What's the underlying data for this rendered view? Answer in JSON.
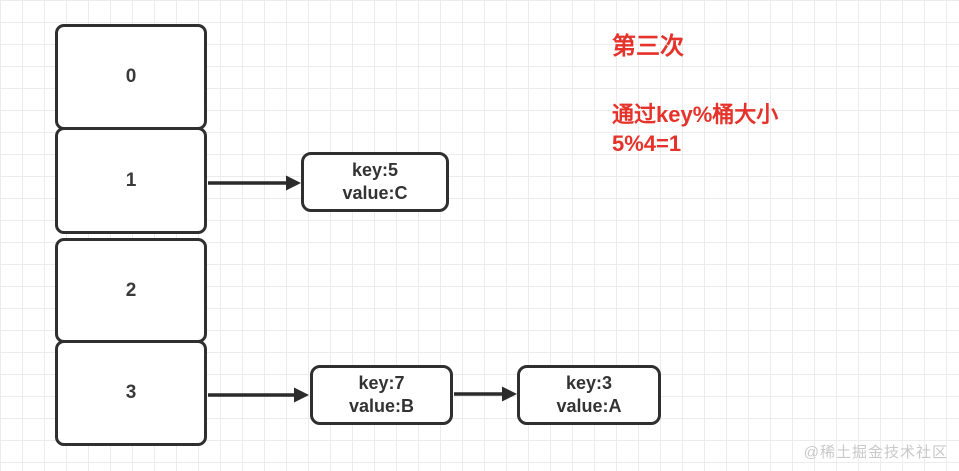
{
  "diagram": {
    "type": "hash-table-buckets",
    "buckets": [
      {
        "label": "0"
      },
      {
        "label": "1"
      },
      {
        "label": "2"
      },
      {
        "label": "3"
      }
    ],
    "nodes": [
      {
        "id": "node-key5",
        "key": "key:5",
        "value": "value:C"
      },
      {
        "id": "node-key7",
        "key": "key:7",
        "value": "value:B"
      },
      {
        "id": "node-key3",
        "key": "key:3",
        "value": "value:A"
      }
    ],
    "edges": [
      {
        "from": "bucket-1",
        "to": "node-key5"
      },
      {
        "from": "bucket-3",
        "to": "node-key7"
      },
      {
        "from": "node-key7",
        "to": "node-key3"
      }
    ]
  },
  "annotation": {
    "title": "第三次",
    "line1": "通过key%桶大小",
    "line2": "5%4=1",
    "color": "#e5332b"
  },
  "watermark": "@稀土掘金技术社区",
  "colors": {
    "shape_border": "#2f2f2f",
    "shape_fill": "#ffffff",
    "grid_line": "#ececec",
    "annotation_red": "#e5332b",
    "watermark_gray": "#c9c9c9"
  }
}
